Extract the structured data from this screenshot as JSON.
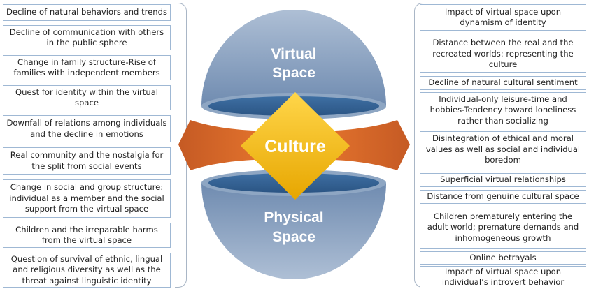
{
  "center": {
    "top_label_line1": "Virtual",
    "top_label_line2": "Space",
    "middle_label": "Culture",
    "bottom_label_line1": "Physical",
    "bottom_label_line2": "Space"
  },
  "left_items": [
    "Decline of natural behaviors and trends",
    "Decline of communication with others in the public sphere",
    "Change in family structure-Rise of families with independent members",
    "Quest for identity within the virtual space",
    "Downfall of relations among individuals and the decline in emotions",
    "Real community and the nostalgia for the split from social events",
    "Change in social and group structure: individual as a member and the social support from the virtual space",
    "Children and the irreparable harms from the virtual space",
    "Question of survival of ethnic, lingual and religious diversity as well as the threat against linguistic identity"
  ],
  "right_items": [
    "Impact of virtual space upon dynamism of identity",
    "Distance between the real and the recreated worlds: representing the culture",
    "Decline of natural cultural sentiment",
    "Individual-only leisure-time and hobbies-Tendency toward loneliness rather than socializing",
    "Disintegration of ethical and moral values as well as social and individual boredom",
    "Superficial virtual relationships",
    "Distance from genuine cultural space",
    "Children prematurely entering the adult world; premature demands and inhomogeneous growth",
    "Online betrayals",
    "Impact of virtual space upon individual’s introvert behavior"
  ]
}
